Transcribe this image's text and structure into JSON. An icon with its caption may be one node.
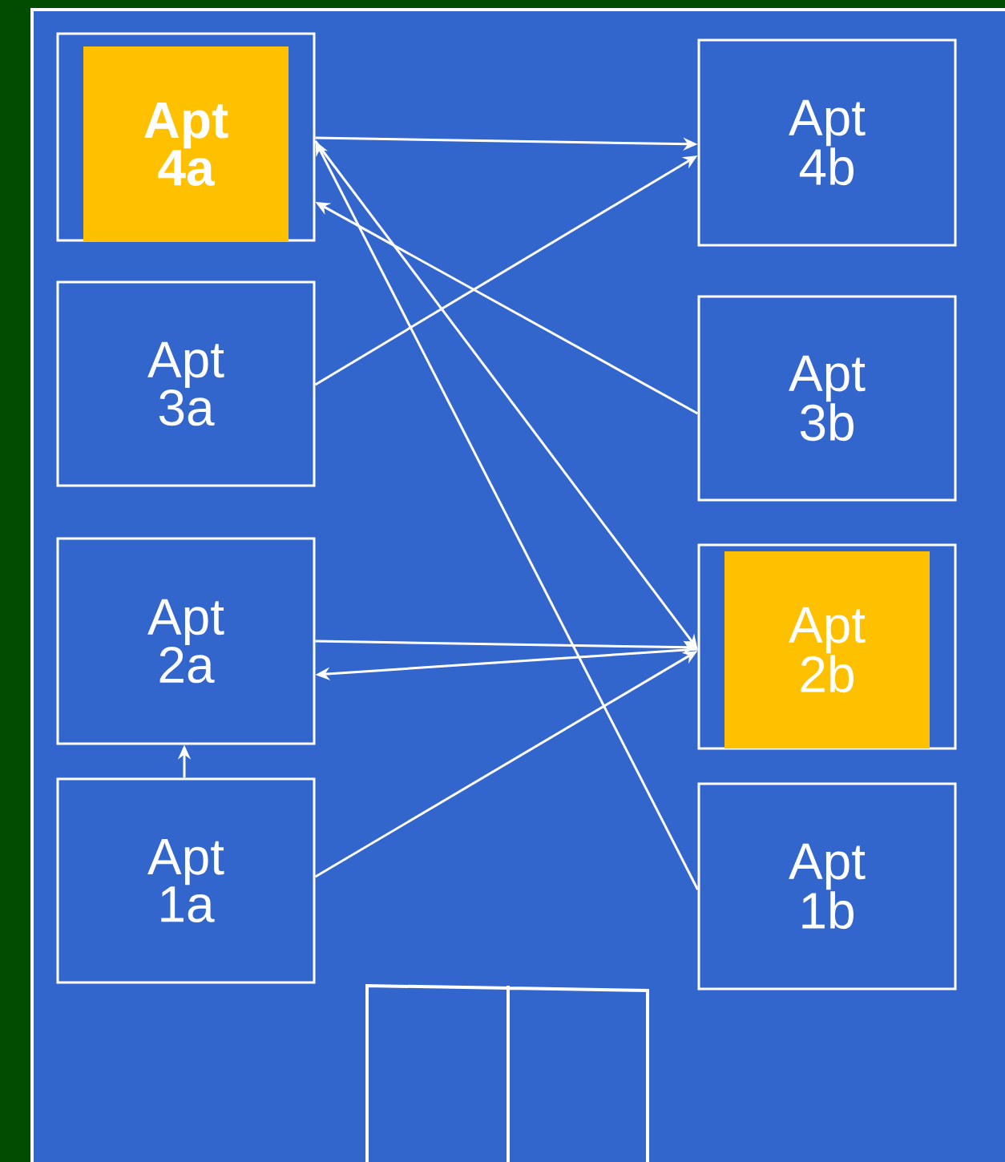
{
  "diagram": {
    "nodes": [
      {
        "text": [],
        "shape": "box"
      },
      {
        "text": [
          "Apt 4a"
        ],
        "in": 0
      },
      {
        "text": [
          "Apt 4b"
        ]
      },
      {
        "text": [
          "Apt 3a"
        ]
      },
      {
        "text": [
          "Apt 3b"
        ]
      },
      {
        "text": [
          "Apt 2a"
        ]
      },
      {
        "text": [],
        "shape": "box"
      },
      {
        "text": [
          "Apt 2b"
        ],
        "in": 6
      },
      {
        "text": [
          "Apt 1a"
        ]
      },
      {
        "text": [
          "Apt 1b"
        ]
      }
    ],
    "edges": [
      {
        "from": 0,
        "to": 2,
        "arrow": "to"
      },
      {
        "from": 3,
        "to": 2,
        "arrow": "to"
      },
      {
        "from": 4,
        "to": 0,
        "arrow": "to"
      },
      {
        "from": 0,
        "to": 6,
        "arrow": "to"
      },
      {
        "from": 9,
        "to": 0,
        "arrow": "to"
      },
      {
        "from": 5,
        "to": 6,
        "arrow": "to"
      },
      {
        "from": 6,
        "to": 5,
        "arrow": "to"
      },
      {
        "from": 8,
        "to": 6,
        "arrow": "to"
      },
      {
        "from": 8,
        "to": 5,
        "arrow": "to"
      }
    ]
  }
}
